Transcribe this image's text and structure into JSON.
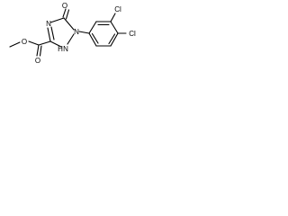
{
  "molecule": {
    "atoms": {
      "o_carbonyl": "O",
      "n_ring_top": "N",
      "n_ring_right": "N",
      "nh_h": "H",
      "nh_n": "N",
      "o_ester_carbonyl": "O",
      "o_ester": "O",
      "cl_top": "Cl",
      "cl_right": "Cl"
    }
  }
}
